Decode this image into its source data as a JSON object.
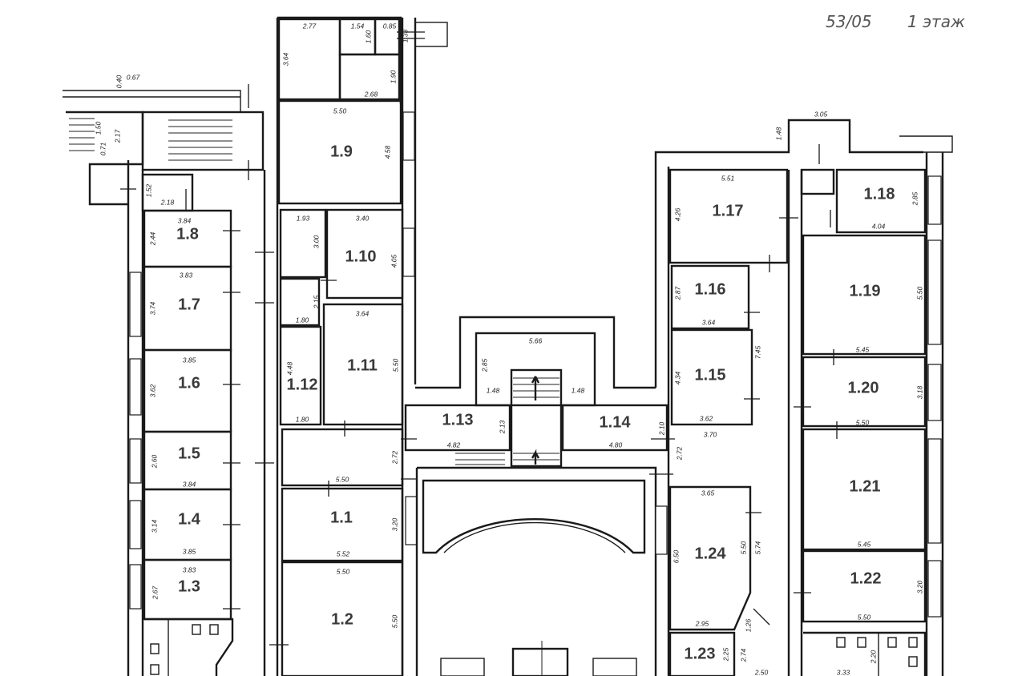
{
  "header": {
    "code": "53/05",
    "floor": "1 этаж"
  },
  "rooms": [
    {
      "id": "1.1",
      "label": "1.1"
    },
    {
      "id": "1.2",
      "label": "1.2"
    },
    {
      "id": "1.3",
      "label": "1.3"
    },
    {
      "id": "1.4",
      "label": "1.4"
    },
    {
      "id": "1.5",
      "label": "1.5"
    },
    {
      "id": "1.6",
      "label": "1.6"
    },
    {
      "id": "1.7",
      "label": "1.7"
    },
    {
      "id": "1.8",
      "label": "1.8"
    },
    {
      "id": "1.9",
      "label": "1.9"
    },
    {
      "id": "1.10",
      "label": "1.10"
    },
    {
      "id": "1.11",
      "label": "1.11"
    },
    {
      "id": "1.12",
      "label": "1.12"
    },
    {
      "id": "1.13",
      "label": "1.13"
    },
    {
      "id": "1.14",
      "label": "1.14"
    },
    {
      "id": "1.15",
      "label": "1.15"
    },
    {
      "id": "1.16",
      "label": "1.16"
    },
    {
      "id": "1.17",
      "label": "1.17"
    },
    {
      "id": "1.18",
      "label": "1.18"
    },
    {
      "id": "1.19",
      "label": "1.19"
    },
    {
      "id": "1.20",
      "label": "1.20"
    },
    {
      "id": "1.21",
      "label": "1.21"
    },
    {
      "id": "1.22",
      "label": "1.22"
    },
    {
      "id": "1.23",
      "label": "1.23"
    },
    {
      "id": "1.24",
      "label": "1.24"
    }
  ],
  "dimensions": [
    "0.40",
    "0.67",
    "1.50",
    "2.17",
    "0.71",
    "1.52",
    "2.18",
    "2.77",
    "1.54",
    "0.85",
    "1.60",
    "1.33",
    "3.64",
    "1.90",
    "2.68",
    "5.50",
    "4.58",
    "3.84",
    "2.44",
    "1.93",
    "3.40",
    "3.00",
    "4.05",
    "3.83",
    "3.74",
    "2.15",
    "1.80",
    "3.64",
    "3.85",
    "4.48",
    "5.50",
    "3.62",
    "1.80",
    "5.66",
    "2.85",
    "1.48",
    "1.48",
    "2.13",
    "4.82",
    "2.10",
    "4.80",
    "2.72",
    "2.72",
    "2.60",
    "3.84",
    "5.50",
    "3.14",
    "3.20",
    "3.85",
    "5.52",
    "3.83",
    "5.50",
    "2.67",
    "5.50",
    "3.05",
    "1.48",
    "5.51",
    "4.26",
    "2.85",
    "4.04",
    "2.87",
    "3.64",
    "5.50",
    "7.45",
    "4.34",
    "3.62",
    "3.70",
    "5.45",
    "3.18",
    "5.50",
    "3.65",
    "5.50",
    "5.74",
    "6.50",
    "5.45",
    "3.20",
    "2.95",
    "1.26",
    "5.50",
    "2.25",
    "2.74",
    "2.50",
    "2.20",
    "3.33"
  ]
}
